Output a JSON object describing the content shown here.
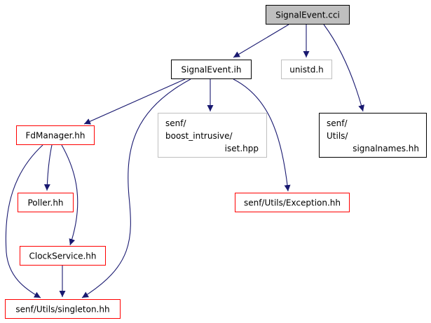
{
  "diagram": {
    "colors": {
      "edge": "#191970",
      "root_fill": "#bfbfbf",
      "root_border": "#000000",
      "documented_border": "#000000",
      "undocumented_border": "#ff0000",
      "external_border": "#bfbfbf",
      "text": "#000000"
    },
    "nodes": [
      {
        "id": "signalevent-cci",
        "style": "root",
        "lines": [
          "SignalEvent.cci"
        ]
      },
      {
        "id": "signalevent-ih",
        "style": "documented",
        "lines": [
          "SignalEvent.ih"
        ]
      },
      {
        "id": "unistd-h",
        "style": "external",
        "lines": [
          "unistd.h"
        ]
      },
      {
        "id": "signalnames-hh",
        "style": "documented",
        "lines": [
          "senf/",
          "Utils/",
          "signalnames.hh"
        ]
      },
      {
        "id": "fdmanager-hh",
        "style": "undocumented",
        "lines": [
          "FdManager.hh"
        ]
      },
      {
        "id": "iset-hpp",
        "style": "external",
        "lines": [
          "senf/",
          "boost_intrusive/",
          "iset.hpp"
        ]
      },
      {
        "id": "exception-hh",
        "style": "undocumented",
        "lines": [
          "senf/Utils/Exception.hh"
        ]
      },
      {
        "id": "poller-hh",
        "style": "undocumented",
        "lines": [
          "Poller.hh"
        ]
      },
      {
        "id": "clockservice-hh",
        "style": "undocumented",
        "lines": [
          "ClockService.hh"
        ]
      },
      {
        "id": "singleton-hh",
        "style": "undocumented",
        "lines": [
          "senf/Utils/singleton.hh"
        ]
      }
    ],
    "edges": [
      {
        "from": "signalevent-cci",
        "to": "signalevent-ih"
      },
      {
        "from": "signalevent-cci",
        "to": "unistd-h"
      },
      {
        "from": "signalevent-cci",
        "to": "signalnames-hh"
      },
      {
        "from": "signalevent-ih",
        "to": "fdmanager-hh"
      },
      {
        "from": "signalevent-ih",
        "to": "iset-hpp"
      },
      {
        "from": "signalevent-ih",
        "to": "exception-hh"
      },
      {
        "from": "signalevent-ih",
        "to": "singleton-hh"
      },
      {
        "from": "fdmanager-hh",
        "to": "poller-hh"
      },
      {
        "from": "fdmanager-hh",
        "to": "clockservice-hh"
      },
      {
        "from": "fdmanager-hh",
        "to": "singleton-hh"
      },
      {
        "from": "clockservice-hh",
        "to": "singleton-hh"
      }
    ]
  }
}
